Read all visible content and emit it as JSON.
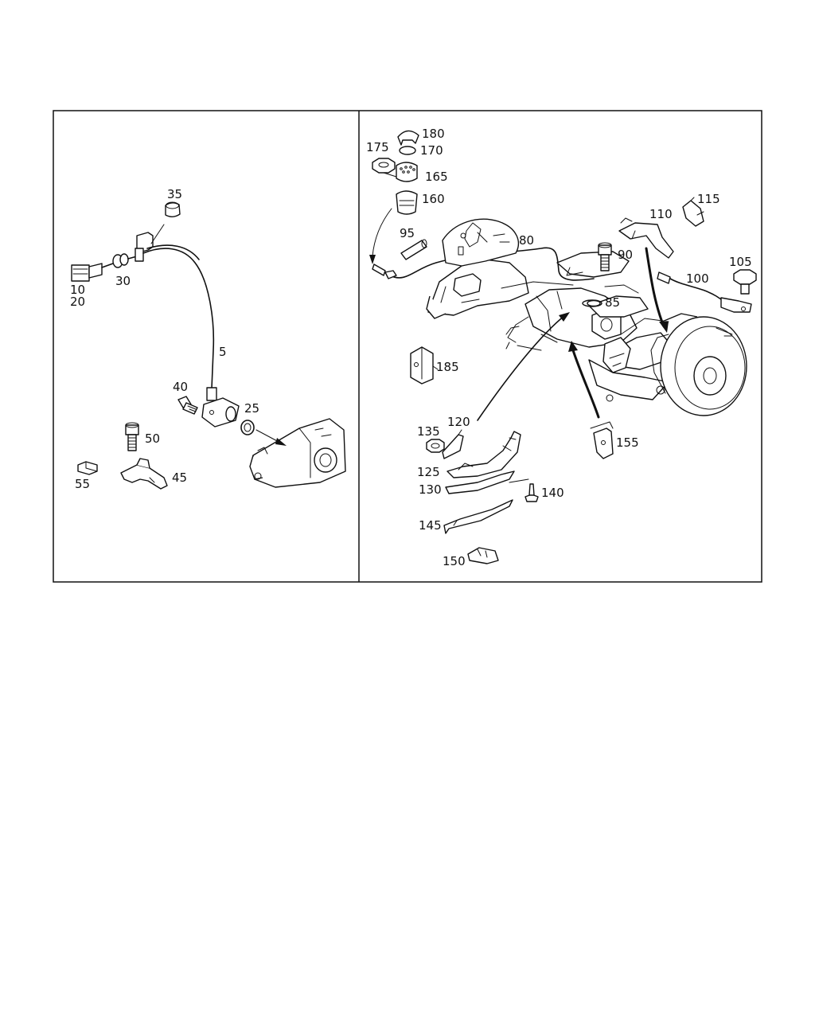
{
  "callouts": [
    {
      "id": "c35",
      "text": "35"
    },
    {
      "id": "c30",
      "text": "30"
    },
    {
      "id": "c10",
      "text": "10"
    },
    {
      "id": "c20",
      "text": "20"
    },
    {
      "id": "c5",
      "text": "5"
    },
    {
      "id": "c40",
      "text": "40"
    },
    {
      "id": "c25",
      "text": "25"
    },
    {
      "id": "c50",
      "text": "50"
    },
    {
      "id": "c55",
      "text": "55"
    },
    {
      "id": "c45",
      "text": "45"
    },
    {
      "id": "c180",
      "text": "180"
    },
    {
      "id": "c175",
      "text": "175"
    },
    {
      "id": "c170",
      "text": "170"
    },
    {
      "id": "c165",
      "text": "165"
    },
    {
      "id": "c160",
      "text": "160"
    },
    {
      "id": "c95",
      "text": "95"
    },
    {
      "id": "c80",
      "text": "80"
    },
    {
      "id": "c115",
      "text": "115"
    },
    {
      "id": "c110",
      "text": "110"
    },
    {
      "id": "c90",
      "text": "90"
    },
    {
      "id": "c105",
      "text": "105"
    },
    {
      "id": "c100",
      "text": "100"
    },
    {
      "id": "c85",
      "text": "85"
    },
    {
      "id": "c185",
      "text": "185"
    },
    {
      "id": "c135",
      "text": "135"
    },
    {
      "id": "c120",
      "text": "120"
    },
    {
      "id": "c155",
      "text": "155"
    },
    {
      "id": "c125",
      "text": "125"
    },
    {
      "id": "c130",
      "text": "130"
    },
    {
      "id": "c140",
      "text": "140"
    },
    {
      "id": "c145",
      "text": "145"
    },
    {
      "id": "c150",
      "text": "150"
    }
  ]
}
